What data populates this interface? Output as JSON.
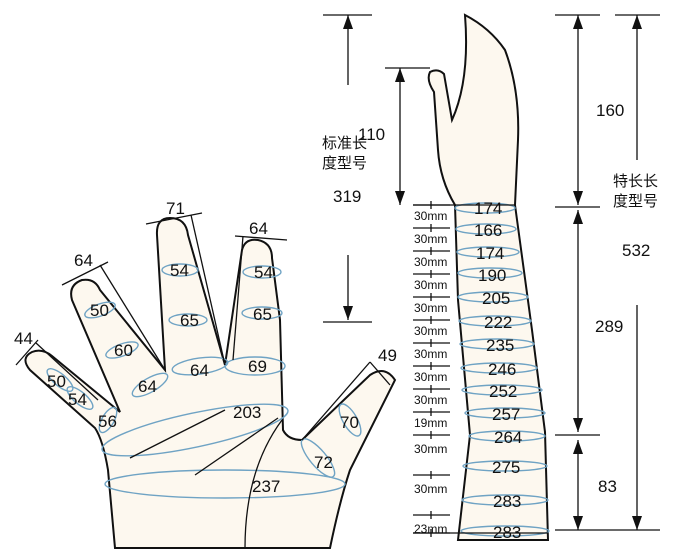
{
  "colors": {
    "skin": "#fdf8ef",
    "measure_line": "#6fa3c4",
    "outline": "#111111"
  },
  "hand": {
    "finger_widths": {
      "pinky": "44",
      "ring": "64",
      "middle": "71",
      "index": "64",
      "thumb": "49"
    },
    "pinky": [
      "50",
      "54",
      "56"
    ],
    "ring": [
      "50",
      "60",
      "64"
    ],
    "middle": [
      "54",
      "65",
      "64"
    ],
    "index": [
      "54",
      "65",
      "69"
    ],
    "thumb": [
      "70",
      "72"
    ],
    "palm": "203",
    "hand_girth": "237"
  },
  "arm": {
    "girths": [
      "174",
      "166",
      "174",
      "190",
      "205",
      "222",
      "235",
      "246",
      "252",
      "257",
      "264",
      "275",
      "283",
      "283"
    ],
    "intervals": [
      "30mm",
      "30mm",
      "30mm",
      "30mm",
      "30mm",
      "30mm",
      "30mm",
      "30mm",
      "30mm",
      "19mm",
      "30mm",
      "30mm",
      "23mm"
    ]
  },
  "standard": {
    "label_line1": "标准长",
    "label_line2": "度型号",
    "finger_length": "110",
    "total": "319"
  },
  "extra_long": {
    "label_line1": "特长长",
    "label_line2": "度型号",
    "hand_length": "160",
    "forearm": "289",
    "cuff": "83",
    "total": "532"
  }
}
